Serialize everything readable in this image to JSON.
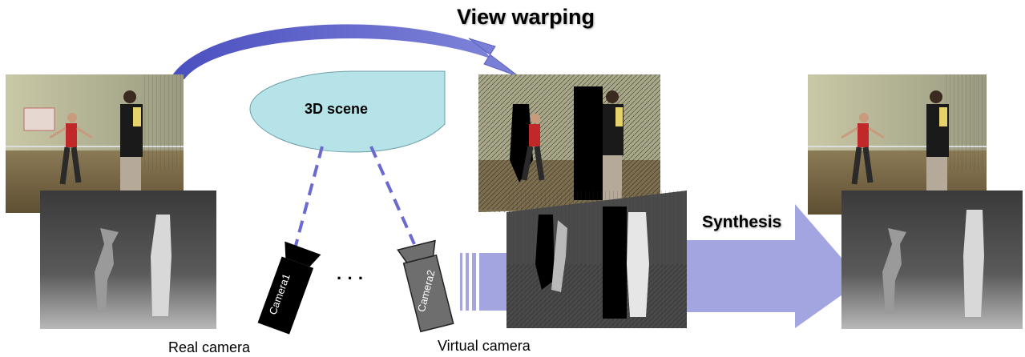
{
  "title": "View warping",
  "scene": {
    "label": "3D scene"
  },
  "cameras": {
    "camera1": "Camera1",
    "camera2": "Camera2",
    "ellipsis": "· · ·"
  },
  "labels": {
    "real": "Real camera",
    "virtual": "Virtual camera",
    "synthesis": "Synthesis"
  },
  "colors": {
    "arrow": "#6066c8",
    "synth_arrow": "#a3a5e0",
    "scene_fill": "#b5e3e8",
    "dashed": "#6a6ad0"
  }
}
